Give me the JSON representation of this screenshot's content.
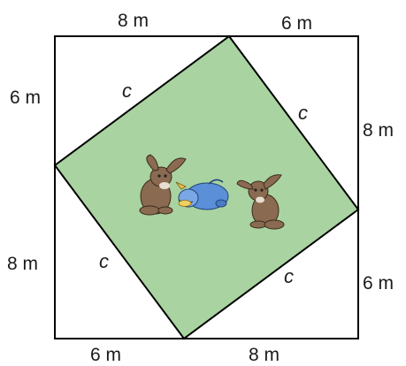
{
  "diagram": {
    "labels": {
      "top_left": "8 m",
      "top_right": "6 m",
      "right_top": "8 m",
      "right_bottom": "6 m",
      "bottom_right": "8 m",
      "bottom_left": "6 m",
      "left_bottom": "8 m",
      "left_top": "6 m",
      "side_top_left": "c",
      "side_top_right": "c",
      "side_bottom_left": "c",
      "side_bottom_right": "c"
    },
    "colors": {
      "outer_square_stroke": "#000000",
      "inner_square_fill": "#a9d3a0",
      "inner_square_stroke": "#000000",
      "rabbit": "#8a6a50",
      "blue_creature": "#5b8fd8"
    },
    "figures": [
      "rabbit-left",
      "blue-creature",
      "rabbit-right"
    ]
  }
}
